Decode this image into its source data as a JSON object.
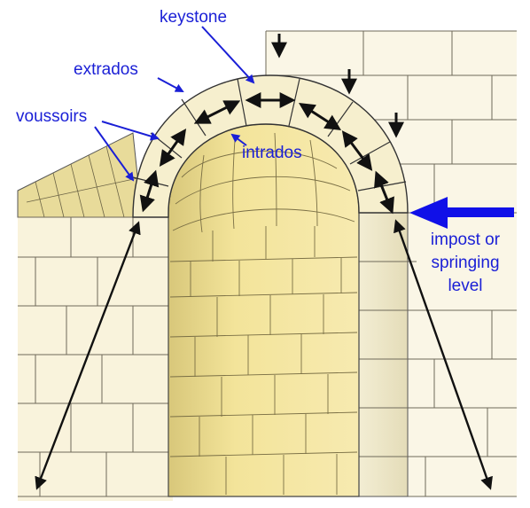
{
  "labels": {
    "keystone": "keystone",
    "extrados": "extrados",
    "voussoirs": "voussoirs",
    "intrados": "intrados",
    "impost_line1": "impost or",
    "impost_line2": "springing",
    "impost_line3": "level"
  },
  "colors": {
    "label_text": "#1a1fd6",
    "pointer_arrow": "#1a1fd6",
    "impost_arrow": "#1010e8",
    "stone_light": "#f7efc4",
    "stone_mid": "#f1e29a",
    "stone_shadow": "#d9cc86",
    "mortar": "#555555",
    "black_arrows": "#111111"
  }
}
